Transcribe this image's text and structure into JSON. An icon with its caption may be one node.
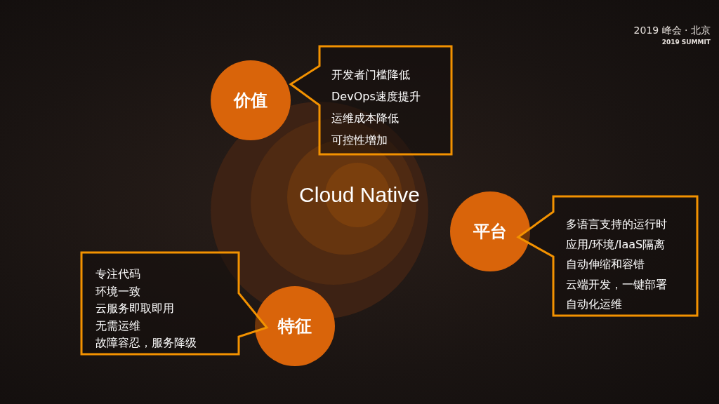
{
  "diagram": {
    "nodes": [
      {
        "text": [
          "Cloud Native"
        ]
      },
      {
        "text": [
          "价值"
        ]
      },
      {
        "text": [
          "开发者门槛降低",
          "DevOps速度提升",
          "运维成本降低",
          "可控性增加"
        ]
      },
      {
        "text": [
          "平台"
        ]
      },
      {
        "text": [
          "多语言支持的运行时",
          "应用/环境/IaaS隔离",
          "自动伸缩和容错",
          "云端开发，一键部署",
          "自动化运维"
        ]
      },
      {
        "text": [
          "特征"
        ]
      },
      {
        "text": [
          "专注代码",
          "环境一致",
          "云服务即取即用",
          "无需运维",
          "故障容忍，服务降级"
        ]
      }
    ],
    "labels": [
      "2019 峰会 · 北京",
      "2019 SUMMIT"
    ]
  }
}
